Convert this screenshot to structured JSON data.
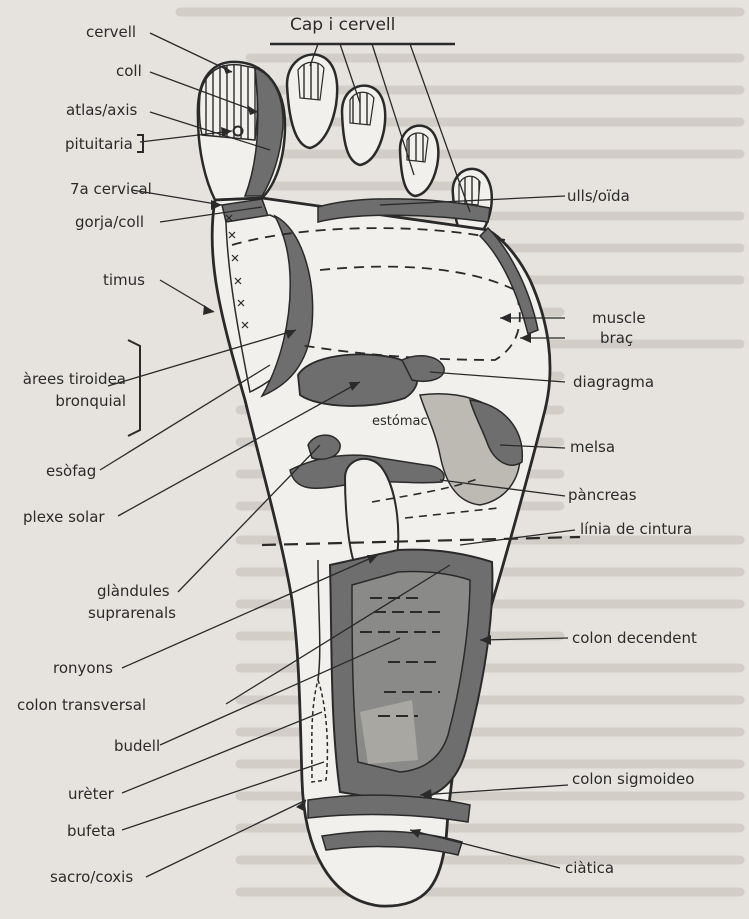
{
  "title": "Cap i cervell",
  "labels": {
    "cervell": "cervell",
    "coll": "coll",
    "atlas": "atlas/axis",
    "pituitaria": "pituitaria",
    "cervical": "7a cervical",
    "gorja": "gorja/coll",
    "timus": "timus",
    "tiroidea1": "àrees tiroidea",
    "tiroidea2": "bronquial",
    "esofag": "esòfag",
    "plexe": "plexe solar",
    "glandules1": "glàndules",
    "glandules2": "suprarenals",
    "ronyons": "ronyons",
    "colon_transversal": "colon transversal",
    "budell": "budell",
    "ureter": "urèter",
    "bufeta": "bufeta",
    "sacro": "sacro/coxis",
    "ulls": "ulls/oïda",
    "muscle": "muscle",
    "brac": "braç",
    "diagragma": "diagragma",
    "estomac": "estómac",
    "melsa": "melsa",
    "pancreas": "pàncreas",
    "cintura": "línia de cintura",
    "colon_decendent": "colon decendent",
    "colon_sigmoideo": "colon sigmoideo",
    "ciatica": "ciàtica"
  },
  "colors": {
    "zone": "#6e6e6e",
    "zone_light": "#9a9a9a",
    "outline": "#2a2a2a",
    "background": "#e6e3de"
  }
}
